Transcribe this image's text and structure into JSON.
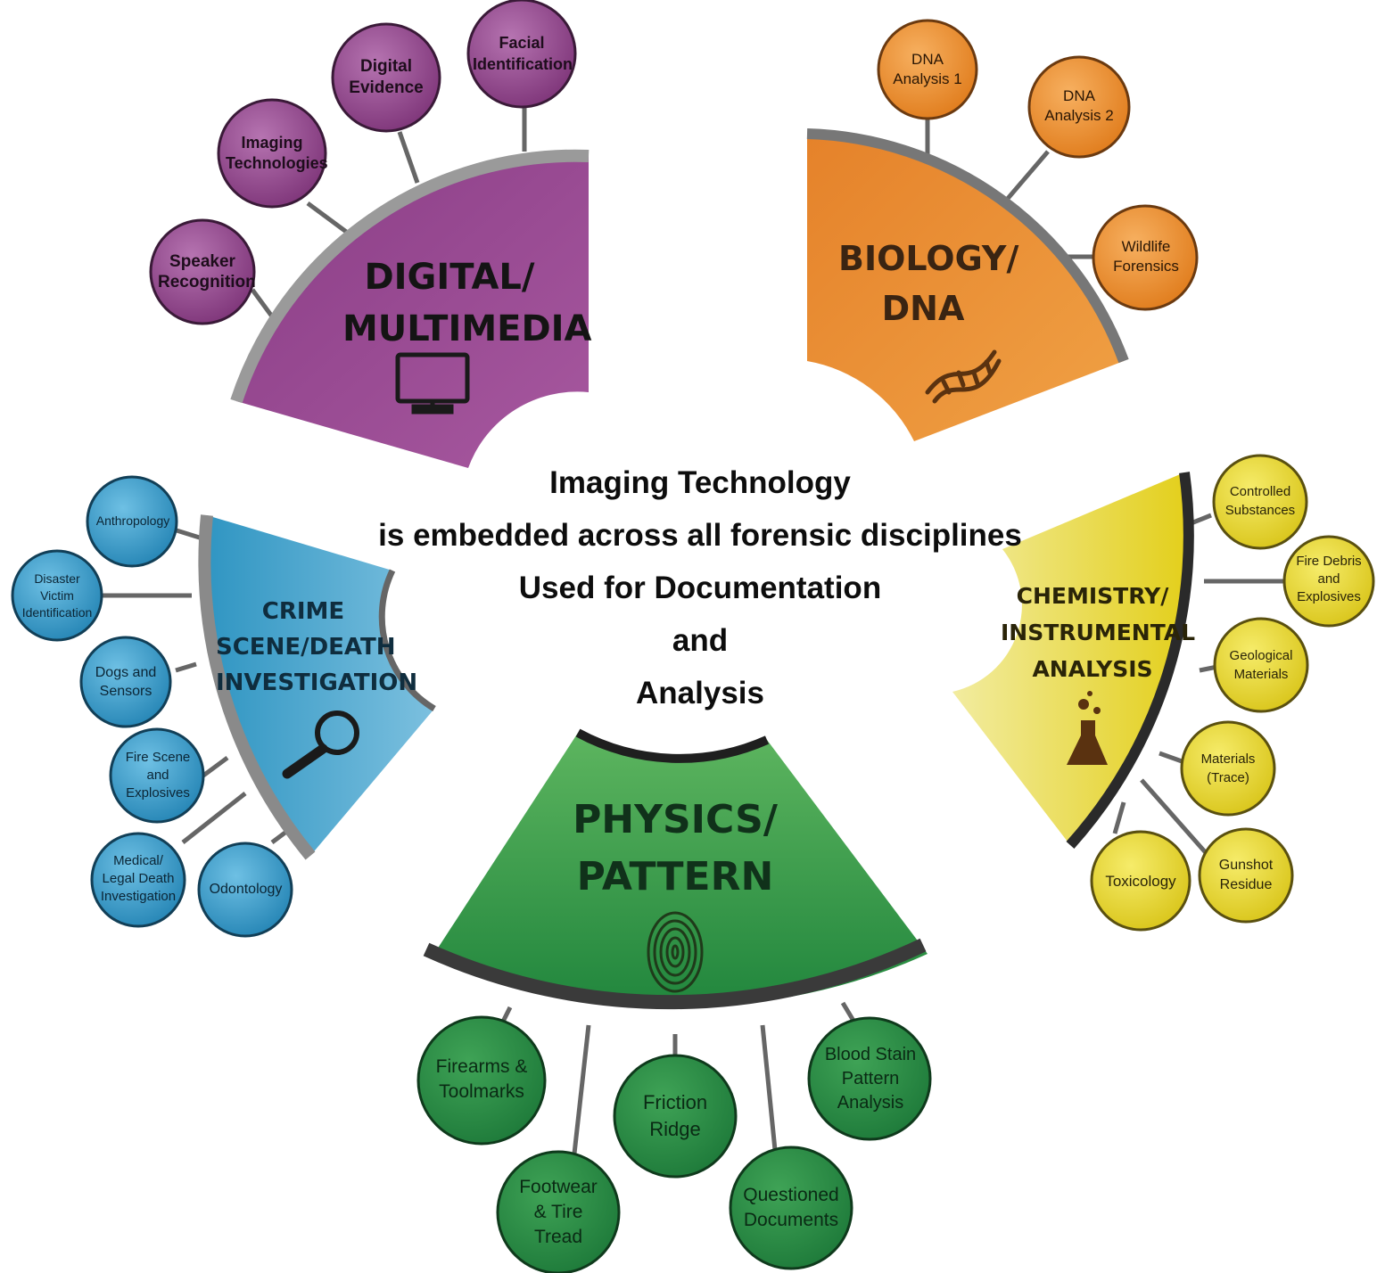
{
  "center": {
    "lines": [
      "Imaging Technology",
      "is embedded across all forensic disciplines",
      "Used for Documentation",
      "and",
      "Analysis"
    ]
  },
  "segments": {
    "digital": {
      "title": [
        "DIGITAL/",
        "MULTIMEDIA"
      ],
      "icon": "monitor-icon",
      "color": "#9b4f96",
      "nodes": [
        "Speaker Recognition",
        "Imaging Technologies",
        "Digital Evidence",
        "Facial Identification"
      ]
    },
    "biology": {
      "title": [
        "BIOLOGY/",
        "DNA"
      ],
      "icon": "dna-icon",
      "color": "#e89236",
      "nodes": [
        "DNA Analysis 1",
        "DNA Analysis 2",
        "Wildlife Forensics"
      ]
    },
    "crime": {
      "title": [
        "CRIME",
        "SCENE/DEATH",
        "INVESTIGATION"
      ],
      "icon": "magnifier-icon",
      "color": "#3fa2c9",
      "nodes": [
        "Anthropology",
        "Disaster Victim Identification",
        "Dogs and Sensors",
        "Fire Scene and Explosives",
        "Medical/ Legal Death Investigation",
        "Odontology"
      ]
    },
    "chemistry": {
      "title": [
        "CHEMISTRY/",
        "INSTRUMENTAL",
        "ANALYSIS"
      ],
      "icon": "flask-icon",
      "color": "#e8d52a",
      "nodes": [
        "Controlled Substances",
        "Fire Debris and Explosives",
        "Geological Materials",
        "Materials (Trace)",
        "Gunshot Residue",
        "Toxicology"
      ]
    },
    "physics": {
      "title": [
        "PHYSICS/",
        "PATTERN"
      ],
      "icon": "fingerprint-icon",
      "color": "#2f9c45",
      "nodes": [
        "Firearms & Toolmarks",
        "Footwear & Tire Tread",
        "Friction Ridge",
        "Questioned Documents",
        "Blood Stain Pattern Analysis"
      ]
    }
  }
}
